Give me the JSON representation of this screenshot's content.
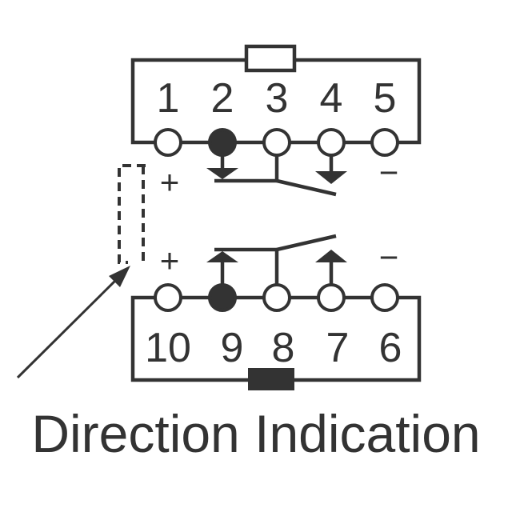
{
  "top_pins": [
    "1",
    "2",
    "3",
    "4",
    "5"
  ],
  "bottom_pins": [
    "10",
    "9",
    "8",
    "7",
    "6"
  ],
  "top_plus": "+",
  "top_minus": "−",
  "bottom_plus": "+",
  "bottom_minus": "−",
  "caption": "Direction Indication",
  "colors": {
    "ink": "#333333",
    "background": "#ffffff"
  }
}
